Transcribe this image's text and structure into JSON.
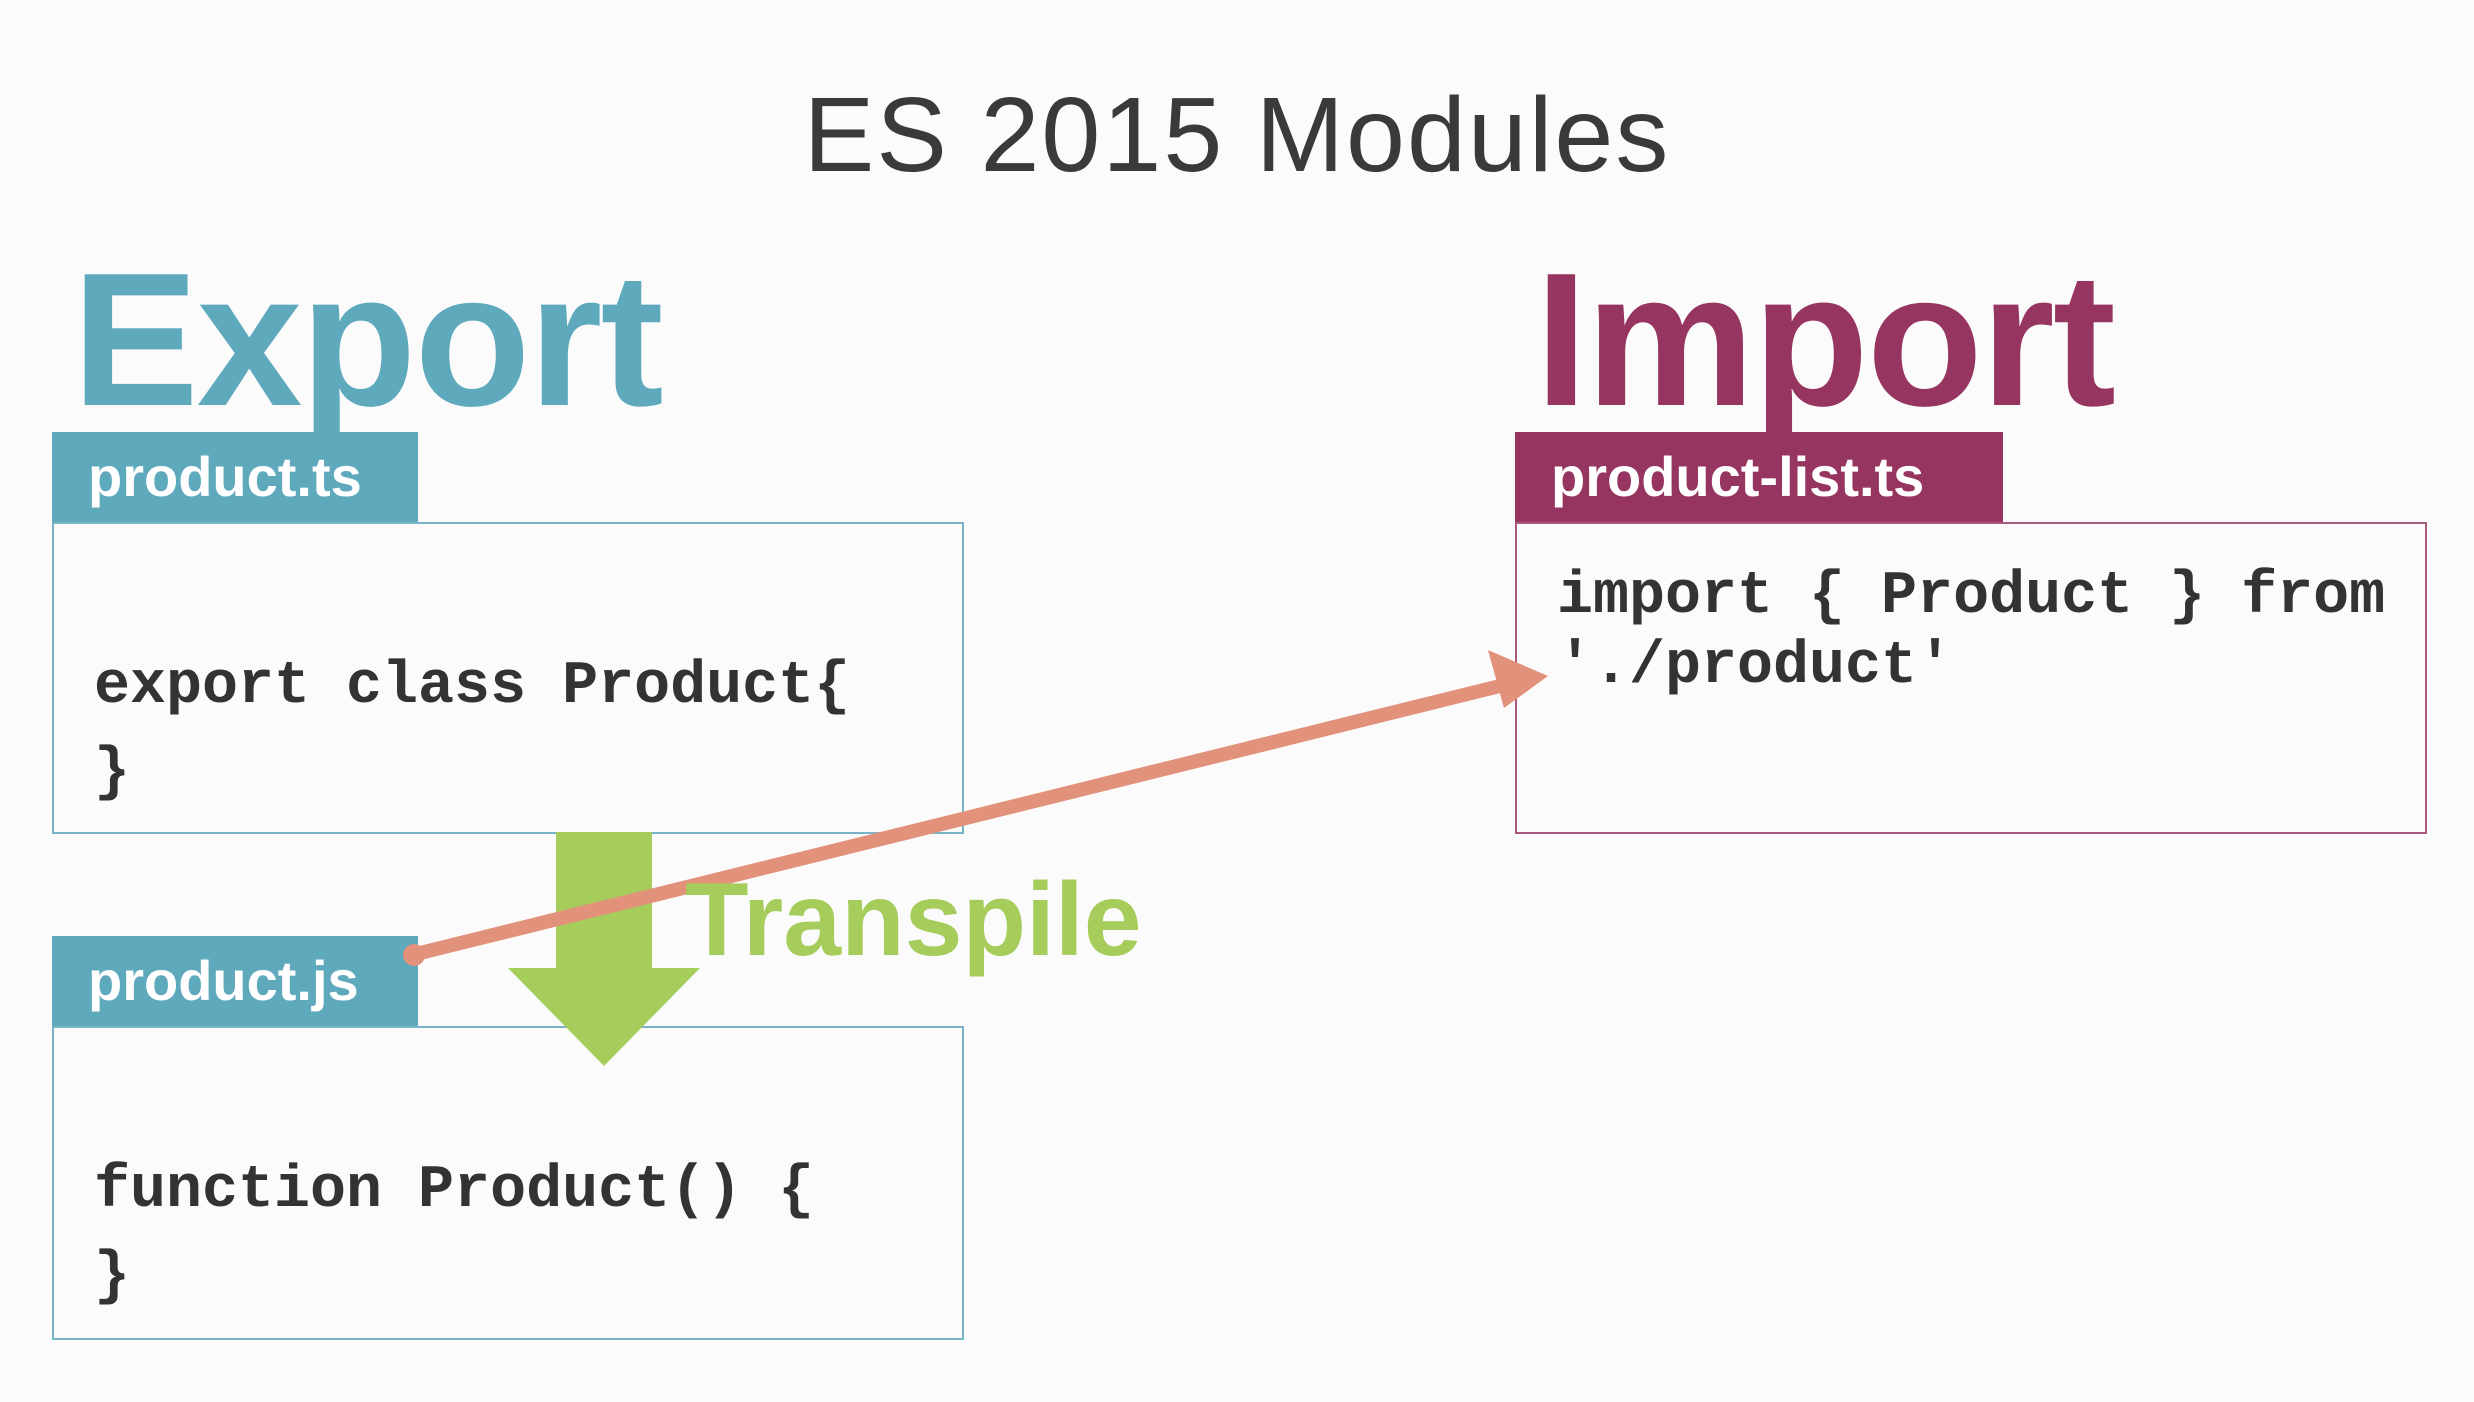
{
  "slide": {
    "title": "ES 2015 Modules"
  },
  "export": {
    "heading": "Export",
    "source_file": {
      "name": "product.ts",
      "code_lines": [
        "export class Product{",
        "}"
      ]
    },
    "compiled_file": {
      "name": "product.js",
      "code_lines": [
        "function Product() {",
        "}"
      ]
    },
    "transpile_label": "Transpile"
  },
  "import": {
    "heading": "Import",
    "file": {
      "name": "product-list.ts",
      "code_lines": [
        "import { Product } from",
        "'./product'"
      ]
    }
  },
  "colors": {
    "export_accent": "#5fa9bd",
    "import_accent": "#973561",
    "transpile_green": "#a6cc5c",
    "reference_arrow": "#e2917a"
  },
  "icons": {
    "transpile_arrow": "down-arrow-icon",
    "reference_arrow": "link-arrow-icon"
  }
}
